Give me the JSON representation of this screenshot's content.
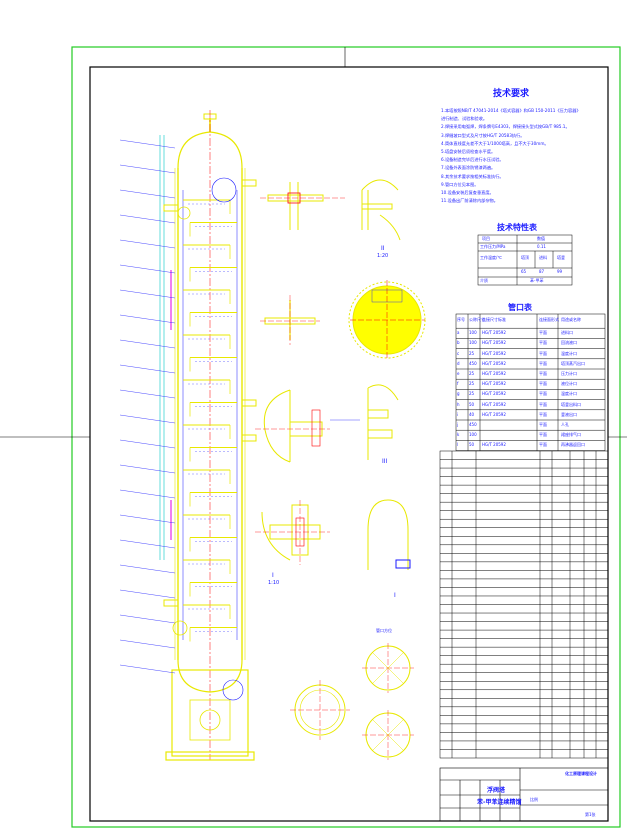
{
  "technical_requirements": {
    "title": "技术要求",
    "lines": [
      "1.本塔按照NB/T 47041-2014《塔式容器》和GB 150-2011《压力容器》",
      "   进行制造、试验和验收。",
      "2.焊接采用电弧焊，焊条牌号E4303，焊接接头型式按GB/T 985.1。",
      "3.焊缝坡口型式及尺寸按HG/T 20583执行。",
      "4.筒体直线度允差不大于1/1000塔高，且不大于30mm。",
      "5.塔盘安装后须检查水平度。",
      "6.设备制造完毕后进行水压试验。",
      "7.设备外表面涂防锈漆两遍。",
      "8.其余技术要求按相关标准执行。",
      "9.管口方位见本图。",
      "10.设备安装后复查垂直度。",
      "11.设备出厂前清除内部杂物。"
    ]
  },
  "characteristics_table": {
    "title": "技术特性表",
    "rows": [
      [
        "项目",
        "数值"
      ],
      [
        "工作压力/MPa",
        "0.11"
      ],
      [
        "工作温度/℃",
        "塔顶",
        "进料",
        "塔釜"
      ],
      [
        "",
        "65",
        "87",
        "99"
      ],
      [
        "介质",
        "苯-甲苯"
      ]
    ]
  },
  "nozzle_table": {
    "title": "管口表",
    "headers": [
      "序号",
      "公称尺寸",
      "连接尺寸标准",
      "连接面形式",
      "用途或名称"
    ],
    "rows": [
      [
        "a",
        "100",
        "HG/T 20592",
        "平面",
        "进料口"
      ],
      [
        "b",
        "100",
        "HG/T 20592",
        "平面",
        "回流液口"
      ],
      [
        "c",
        "25",
        "HG/T 20592",
        "平面",
        "温度计口"
      ],
      [
        "d",
        "450",
        "HG/T 20592",
        "平面",
        "塔顶蒸汽出口"
      ],
      [
        "e",
        "25",
        "HG/T 20592",
        "平面",
        "压力计口"
      ],
      [
        "f",
        "25",
        "HG/T 20592",
        "平面",
        "液位计口"
      ],
      [
        "g",
        "25",
        "HG/T 20592",
        "平面",
        "温度计口"
      ],
      [
        "h",
        "50",
        "HG/T 20592",
        "平面",
        "塔釜出料口"
      ],
      [
        "i",
        "40",
        "HG/T 20592",
        "平面",
        "釜液出口"
      ],
      [
        "j",
        "450",
        "",
        "平面",
        "人孔"
      ],
      [
        "k",
        "100",
        "",
        "平面",
        "裙座排气口"
      ],
      [
        "l",
        "50",
        "HG/T 20592",
        "平面",
        "再沸器返回口"
      ]
    ]
  },
  "views": {
    "view_II_label": "II",
    "view_II_scale": "1:20",
    "view_III_label": "III",
    "view_I_label": "I",
    "view_I_scale": "1:10",
    "view_orient_label": "管口方位"
  },
  "title_block": {
    "drawing_title": "浮阀塔",
    "drawing_subtitle": "苯-甲苯连续精馏",
    "school": "化工原理课程设计",
    "scale_label": "比例",
    "sheet": "第1张"
  },
  "colors": {
    "paper": "#ffffff",
    "frame_green": "#22cc22",
    "frame_black": "#000000",
    "draw_yellow": "#e8e800",
    "draw_blue": "#1a1aff",
    "draw_red": "#ff0000",
    "draw_cyan": "#00c8c8",
    "draw_magenta": "#e000e0",
    "draw_green": "#00b000"
  }
}
